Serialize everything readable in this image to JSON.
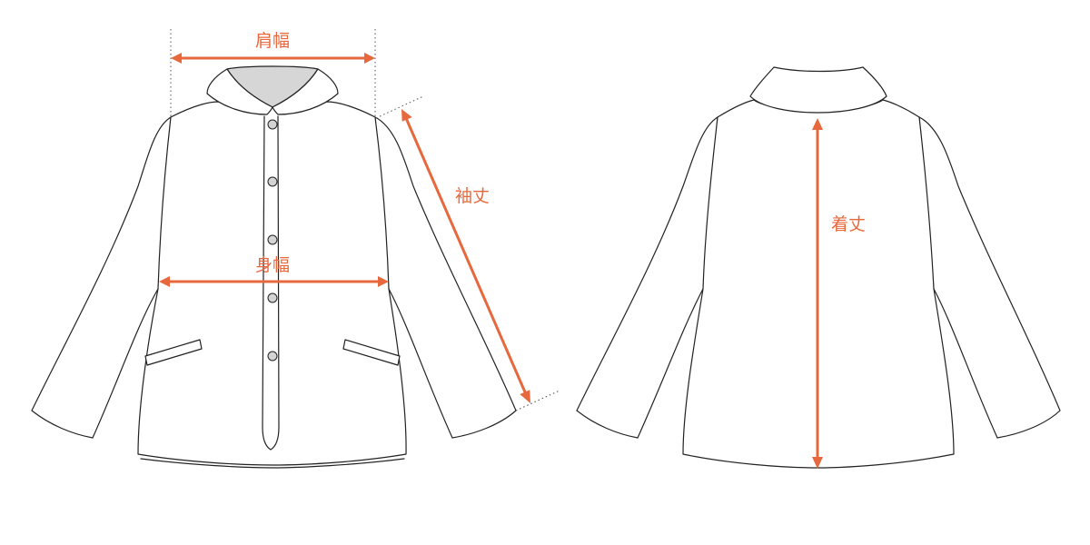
{
  "colors": {
    "accent": "#e8683d",
    "outline": "#222222",
    "fill": "#ffffff",
    "lining": "#d6d6d6",
    "button": "#d4d4d4"
  },
  "icons": {
    "arrow": "double-headed-arrow",
    "button": "round-button"
  },
  "front_view": {
    "button_count": 5
  },
  "measurements": {
    "shoulder_width": "肩幅",
    "body_width": "身幅",
    "sleeve_length": "袖丈",
    "total_length": "着丈"
  }
}
